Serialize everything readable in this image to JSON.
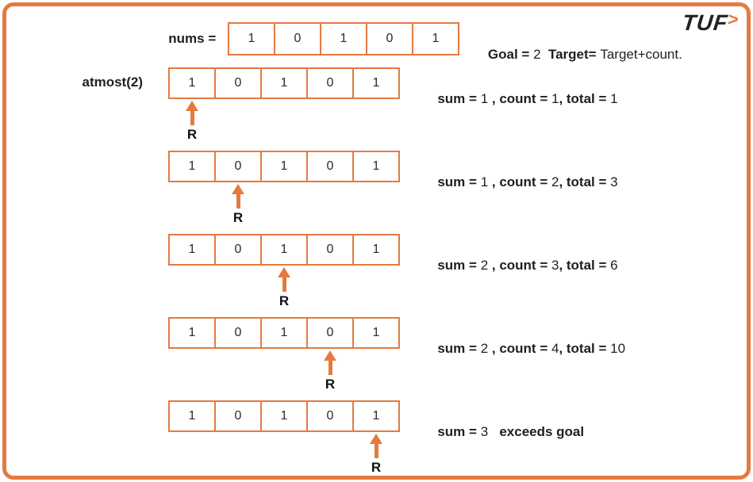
{
  "colors": {
    "orange": "#e57a41",
    "text": "#1f1f1f"
  },
  "logo": {
    "text": "TUF",
    "chevron": ">"
  },
  "header": {
    "nums_label": "nums = ",
    "cells": [
      "1",
      "0",
      "1",
      "0",
      "1"
    ],
    "goal_label": "Goal = ",
    "goal_value": "2  ",
    "target_label": "Target= ",
    "target_value": "Target+count."
  },
  "atmost_label": "atmost(2)",
  "rows": [
    {
      "cells": [
        "1",
        "0",
        "1",
        "0",
        "1"
      ],
      "pointer_index": 0,
      "pointer_label": "R",
      "sum_label": "sum = ",
      "sum_value": "1 ",
      "count_label": ", count = ",
      "count_value": "1",
      "total_label": ", total = ",
      "total_value": "1"
    },
    {
      "cells": [
        "1",
        "0",
        "1",
        "0",
        "1"
      ],
      "pointer_index": 1,
      "pointer_label": "R",
      "sum_label": "sum = ",
      "sum_value": "1 ",
      "count_label": ", count = ",
      "count_value": "2",
      "total_label": ", total = ",
      "total_value": "3"
    },
    {
      "cells": [
        "1",
        "0",
        "1",
        "0",
        "1"
      ],
      "pointer_index": 2,
      "pointer_label": "R",
      "sum_label": "sum = ",
      "sum_value": "2 ",
      "count_label": ", count = ",
      "count_value": "3",
      "total_label": ", total = ",
      "total_value": "6"
    },
    {
      "cells": [
        "1",
        "0",
        "1",
        "0",
        "1"
      ],
      "pointer_index": 3,
      "pointer_label": "R",
      "sum_label": "sum = ",
      "sum_value": "2 ",
      "count_label": ", count = ",
      "count_value": "4",
      "total_label": ", total = ",
      "total_value": "10"
    },
    {
      "cells": [
        "1",
        "0",
        "1",
        "0",
        "1"
      ],
      "pointer_index": 4,
      "pointer_label": "R",
      "sum_label": "sum = ",
      "sum_value": "3",
      "exceeds_label": "   exceeds goal"
    }
  ]
}
